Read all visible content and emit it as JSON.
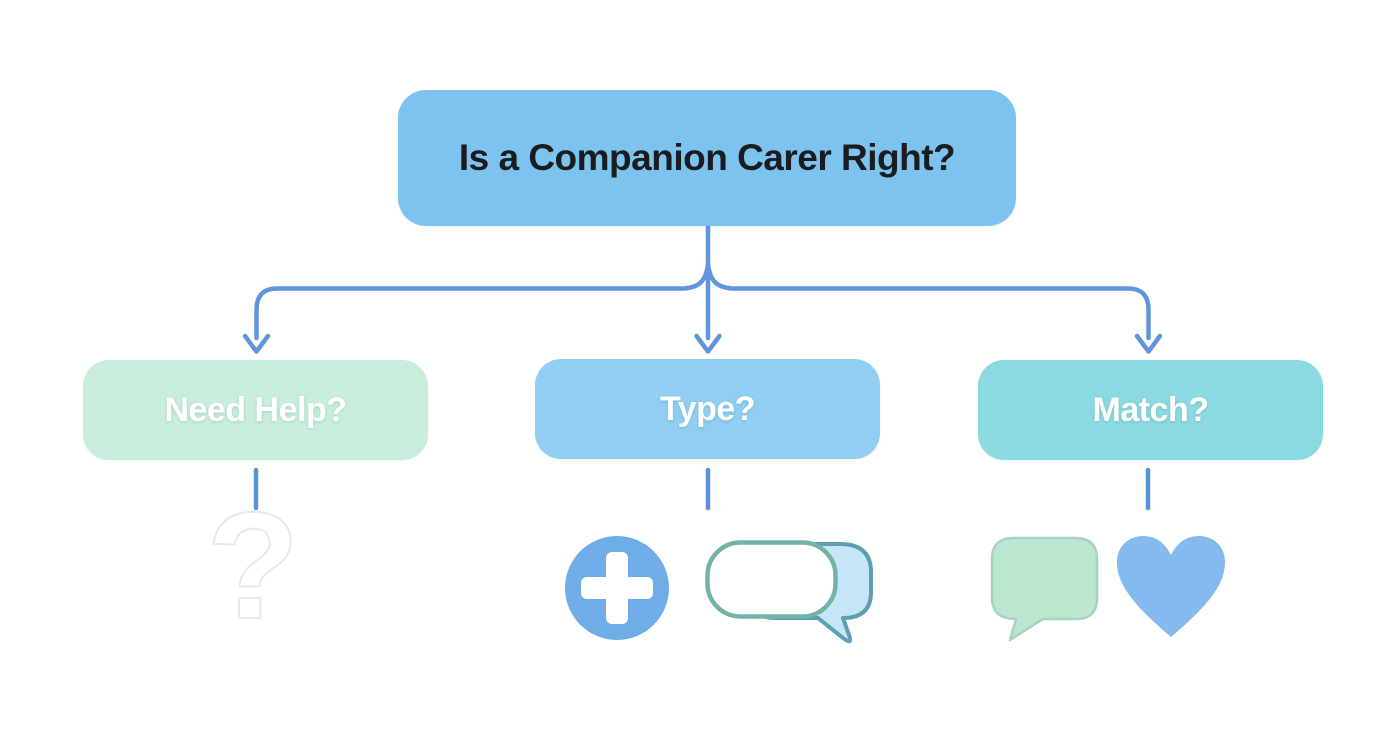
{
  "diagram": {
    "root": {
      "label": "Is a Companion Carer Right?"
    },
    "branches": [
      {
        "id": "need-help",
        "label": "Need Help?",
        "icons": [
          "question-mark-icon"
        ]
      },
      {
        "id": "type",
        "label": "Type?",
        "icons": [
          "medical-cross-icon",
          "speech-bubbles-icon"
        ]
      },
      {
        "id": "match",
        "label": "Match?",
        "icons": [
          "chat-bubble-icon",
          "heart-icon"
        ]
      }
    ],
    "question_glyph": "?",
    "colors": {
      "background": "#FFFFFF",
      "root_box": "#7CC3F0",
      "need_help_box": "#C8EDDB",
      "type_box": "#90CFF2",
      "match_box": "#8BDAE2",
      "connector": "#6095DC",
      "root_text": "#1A1C1E",
      "branch_text": "#FFFFFF",
      "cross_circle": "#6FADE9",
      "cross_glyph": "#FFFFFF",
      "bubble_front_stroke": "#74B2A8",
      "bubble_front_fill": "#FFFFFF",
      "bubble_back_fill": "#C7E5F8",
      "bubble_back_stroke": "#5C9EB4",
      "green_bubble_fill": "#BBE7D0",
      "green_bubble_stroke": "#A5D5BE",
      "heart": "#84BAEE",
      "question_outline": "#E2E9F2"
    }
  }
}
